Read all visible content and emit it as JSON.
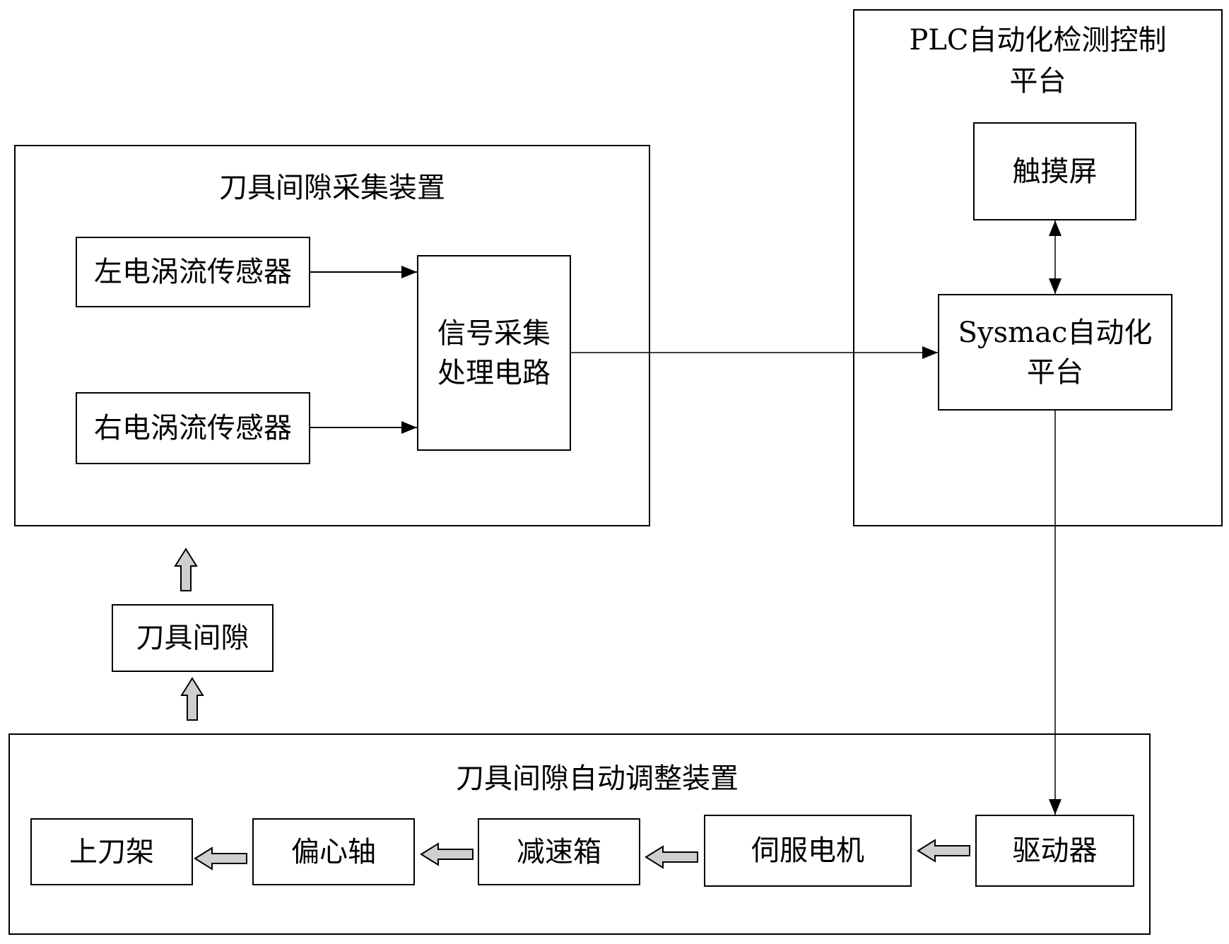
{
  "acquisition": {
    "title": "刀具间隙采集装置",
    "left_sensor": "左电涡流传感器",
    "right_sensor": "右电涡流传感器",
    "signal_circuit": "信号采集\n处理电路"
  },
  "plc": {
    "title": "PLC自动化检测控制\n平台",
    "touchscreen": "触摸屏",
    "sysmac": "Sysmac自动化\n平台"
  },
  "gap": {
    "label": "刀具间隙"
  },
  "adjust": {
    "title": "刀具间隙自动调整装置",
    "upper_tool_rest": "上刀架",
    "eccentric_shaft": "偏心轴",
    "gearbox": "减速箱",
    "servo_motor": "伺服电机",
    "driver": "驱动器"
  },
  "colors": {
    "line": "#000000",
    "hollow_arrow_fill": "#cfcfcf",
    "box_border": "#000000"
  }
}
